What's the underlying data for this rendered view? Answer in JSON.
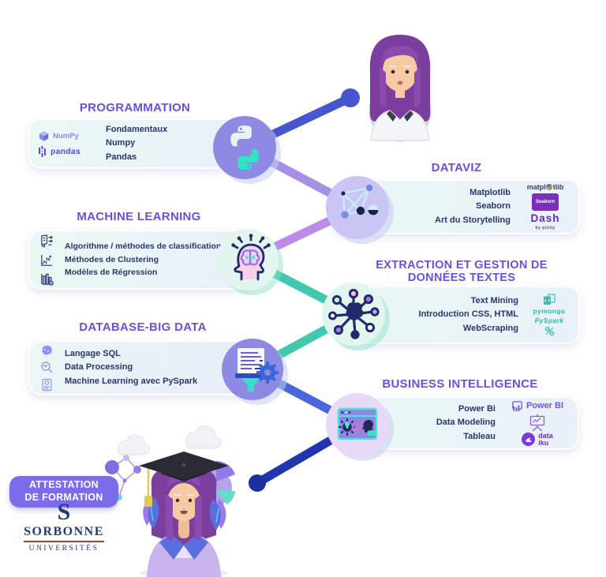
{
  "sections": {
    "programmation": {
      "title": "PROGRAMMATION",
      "items": [
        "Fondamentaux",
        "Numpy",
        "Pandas"
      ],
      "logos": {
        "numpy": "NumPy",
        "pandas": "pandas"
      }
    },
    "dataviz": {
      "title": "DATAVIZ",
      "items": [
        "Matplotlib",
        "Seaborn",
        "Art du Storytelling"
      ],
      "logos": {
        "mpl_pre": "matpl",
        "mpl_post": "tlib",
        "seaborn": "Seaborn",
        "dash": "Dash",
        "dash_sub": "by plotly"
      }
    },
    "ml": {
      "title": "MACHINE LEARNING",
      "items": [
        "Algorithme / méthodes de classification",
        "Méthodes de Clustering",
        "Modèles de Régression"
      ]
    },
    "extraction": {
      "title": "EXTRACTION ET GESTION DE DONNÉES TEXTES",
      "items": [
        "Text Mining",
        "Introduction CSS, HTML",
        "WebScraping"
      ],
      "logos": {
        "pymongo": "pymongo",
        "pyspark": "PySpark"
      }
    },
    "database": {
      "title": "DATABASE-BIG DATA",
      "items": [
        "Langage SQL",
        "Data Processing",
        "Machine Learning avec PySpark"
      ]
    },
    "bi": {
      "title": "BUSINESS INTELLIGENCE",
      "items": [
        "Power Bi",
        "Data Modeling",
        "Tableau"
      ],
      "logos": {
        "powerbi": "Power BI",
        "dataiku_top": "data",
        "dataiku_bottom": "iku"
      }
    }
  },
  "badge": {
    "line1": "ATTESTATION",
    "line2": "DE FORMATION"
  },
  "sorbonne": {
    "monogram": "S",
    "name": "SORBONNE",
    "subtitle": "UNIVERSITÉS"
  },
  "colors": {
    "title_purple": "#6C4EE0",
    "item_navy": "#2A3572",
    "teal_line": "#40C9AE",
    "purple_line": "#A78FE6",
    "blue_line": "#4656CE",
    "dark_blue_line": "#2335AE"
  }
}
